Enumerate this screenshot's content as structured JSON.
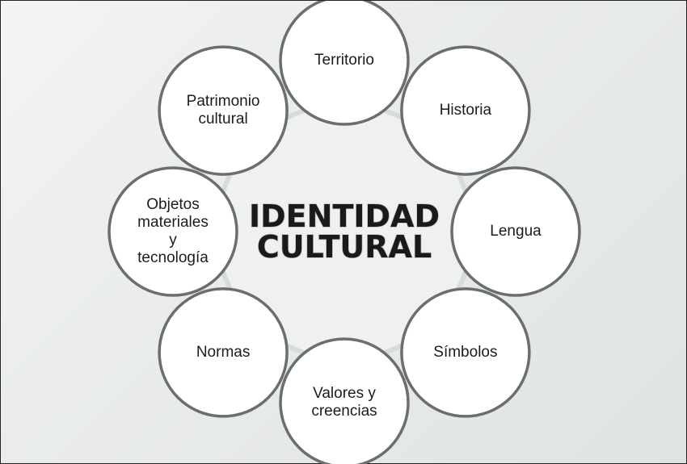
{
  "diagram": {
    "center": {
      "lines": [
        "IDENTIDAD",
        "CULTURAL"
      ]
    },
    "nodes": [
      {
        "id": "territorio",
        "lines": [
          "Territorio"
        ]
      },
      {
        "id": "historia",
        "lines": [
          "Historia"
        ]
      },
      {
        "id": "lengua",
        "lines": [
          "Lengua"
        ]
      },
      {
        "id": "simbolos",
        "lines": [
          "Símbolos"
        ]
      },
      {
        "id": "valores-creencias",
        "lines": [
          "Valores  y",
          "creencias"
        ]
      },
      {
        "id": "normas",
        "lines": [
          "Normas"
        ]
      },
      {
        "id": "objetos-materiales-tecnologia",
        "lines": [
          "Objetos",
          "materiales",
          "y",
          "tecnología"
        ]
      },
      {
        "id": "patrimonio-cultural",
        "lines": [
          "Patrimonio",
          "cultural"
        ]
      }
    ],
    "colors": {
      "node_fill": "#ffffff",
      "node_stroke": "#6a6f6d",
      "center_fill": "#eef1f0",
      "center_stroke": "#d7dcda",
      "background": "#e6eae8"
    }
  }
}
